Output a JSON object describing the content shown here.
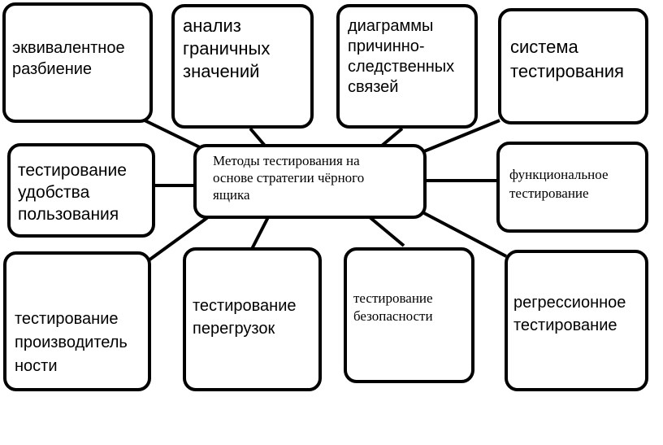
{
  "diagram": {
    "center": "Методы тестирования на\nоснове стратегии чёрного\nящика",
    "nodes": [
      "эквивалентное\nразбиение",
      "анализ\nграничных\nзначений",
      "диаграммы\nпричинно-\nследственных\nсвязей",
      "система\nтестирования",
      "тестирование\nудобства\nпользования",
      "функциональное\nтестирование",
      "тестирование\nпроизводитель\nности",
      "тестирование\nперегрузок",
      "тестирование\nбезопасности",
      "регрессионное\nтестирование"
    ]
  }
}
